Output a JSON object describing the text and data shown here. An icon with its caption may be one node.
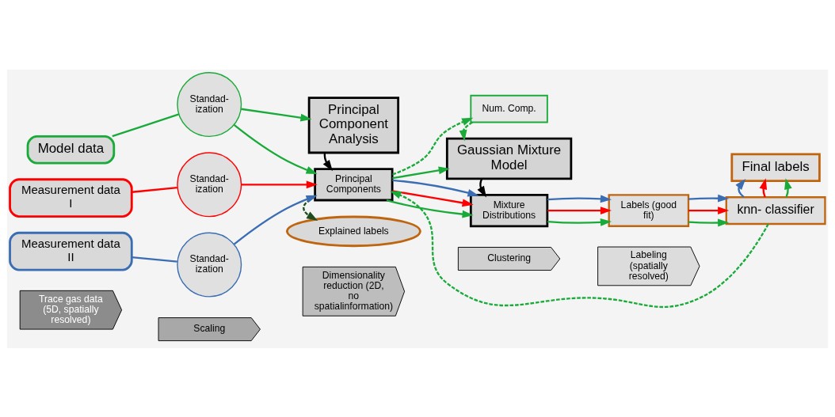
{
  "diagram": {
    "nodes": [
      {
        "text": [
          "Model data"
        ]
      },
      {
        "text": [
          "Standad- ization"
        ]
      },
      {
        "text": [
          "Principal Component Analysis"
        ]
      },
      {
        "text": [
          "Num. Comp."
        ]
      },
      {
        "text": [
          "Gaussian Mixture Model"
        ]
      },
      {
        "text": [
          "Final labels"
        ]
      },
      {
        "text": [
          "Measurement data I"
        ]
      },
      {
        "text": [
          "Standad- ization"
        ]
      },
      {
        "text": [
          "Principal Components"
        ]
      },
      {
        "text": [
          "Mixture Distributions"
        ]
      },
      {
        "text": [
          "Labels (good fit)"
        ]
      },
      {
        "text": [
          "knn- classifier"
        ]
      },
      {
        "text": [
          "Measurement data II"
        ]
      },
      {
        "text": [
          "Standad- ization"
        ]
      },
      {
        "text": [
          "Explained labels"
        ]
      },
      {
        "text": [
          "Trace gas data (5D, spatially resolved)"
        ]
      },
      {
        "text": [
          "Scaling"
        ]
      },
      {
        "text": [
          "Dimensionality reduction (2D, no spatialinformation)"
        ]
      },
      {
        "text": [
          "Clustering"
        ]
      },
      {
        "text": [
          "Labeling (spatially resolved)"
        ]
      }
    ],
    "edges": [
      {
        "from": 0,
        "to": 1,
        "arrow": "none",
        "color": "#1aaa3a"
      },
      {
        "from": 1,
        "to": 2,
        "arrow": "to",
        "color": "#1aaa3a"
      },
      {
        "from": 1,
        "to": 8,
        "arrow": "to",
        "color": "#1aaa3a"
      },
      {
        "from": 6,
        "to": 7,
        "arrow": "none",
        "color": "#ff0000"
      },
      {
        "from": 7,
        "to": 8,
        "arrow": "to",
        "color": "#ff0000"
      },
      {
        "from": 12,
        "to": 13,
        "arrow": "none",
        "color": "#3b6db3"
      },
      {
        "from": 13,
        "to": 8,
        "arrow": "to",
        "color": "#3b6db3"
      },
      {
        "from": 2,
        "to": 8,
        "arrow": "to",
        "color": "#000000"
      },
      {
        "from": 8,
        "to": 4,
        "arrow": "to",
        "color": "#1aaa3a"
      },
      {
        "from": 8,
        "to": 3,
        "arrow": "to",
        "style": "dashed",
        "color": "#1aaa3a"
      },
      {
        "from": 3,
        "to": 4,
        "arrow": "to",
        "style": "dashed",
        "color": "#1aaa3a"
      },
      {
        "from": 8,
        "to": 9,
        "arrow": "to",
        "color": "#1aaa3a"
      },
      {
        "from": 8,
        "to": 9,
        "arrow": "to",
        "color": "#ff0000"
      },
      {
        "from": 8,
        "to": 9,
        "arrow": "to",
        "color": "#3b6db3"
      },
      {
        "from": 4,
        "to": 9,
        "arrow": "to",
        "color": "#000000"
      },
      {
        "from": 9,
        "to": 10,
        "arrow": "to",
        "color": "#1aaa3a"
      },
      {
        "from": 9,
        "to": 10,
        "arrow": "to",
        "color": "#ff0000"
      },
      {
        "from": 9,
        "to": 10,
        "arrow": "to",
        "color": "#3b6db3"
      },
      {
        "from": 10,
        "to": 11,
        "arrow": "to",
        "color": "#1aaa3a"
      },
      {
        "from": 10,
        "to": 11,
        "arrow": "to",
        "color": "#ff0000"
      },
      {
        "from": 10,
        "to": 11,
        "arrow": "to",
        "color": "#3b6db3"
      },
      {
        "from": 11,
        "to": 5,
        "arrow": "to",
        "color": "#1aaa3a"
      },
      {
        "from": 11,
        "to": 5,
        "arrow": "to",
        "color": "#ff0000"
      },
      {
        "from": 11,
        "to": 5,
        "arrow": "to",
        "color": "#3b6db3"
      },
      {
        "from": 11,
        "to": 8,
        "arrow": "to",
        "style": "dashed",
        "color": "#1aaa3a"
      },
      {
        "from": 8,
        "to": 14,
        "arrow": "to",
        "style": "dashed",
        "color": "#1e4d1e"
      }
    ]
  }
}
